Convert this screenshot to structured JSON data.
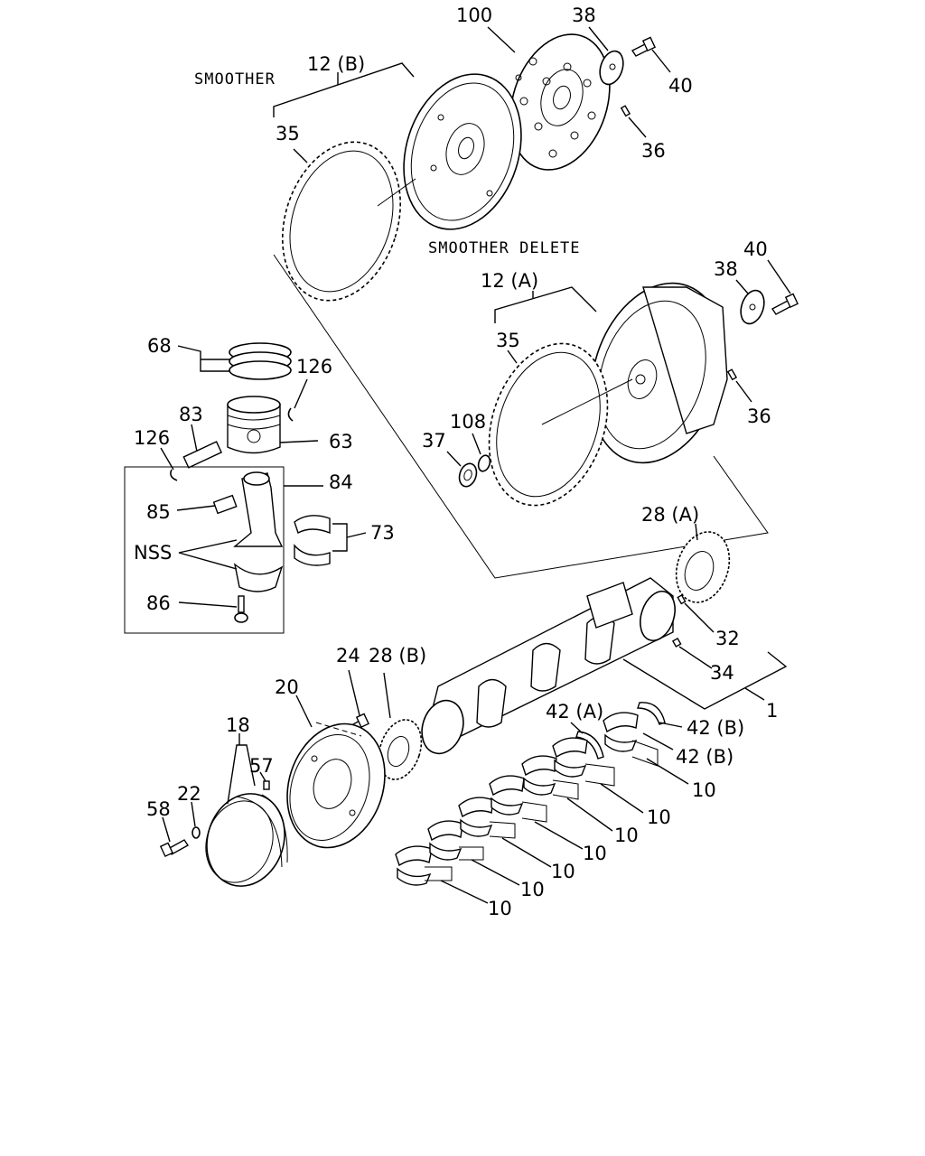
{
  "captions": {
    "smoother": "SMOOTHER",
    "smoother_delete": "SMOOTHER DELETE"
  },
  "labels": {
    "l100": "100",
    "l38a": "38",
    "l40a": "40",
    "l36a": "36",
    "l12b": "12 (B)",
    "l35a": "35",
    "l12a": "12 (A)",
    "l40b": "40",
    "l38b": "38",
    "l35b": "35",
    "l36b": "36",
    "l68": "68",
    "l126a": "126",
    "l83": "83",
    "l126b": "126",
    "l63": "63",
    "l108": "108",
    "l37": "37",
    "l84": "84",
    "l85": "85",
    "l73": "73",
    "lnss": "NSS",
    "l86": "86",
    "l28a": "28 (A)",
    "l32": "32",
    "l34": "34",
    "l1": "1",
    "l24": "24",
    "l28b": "28 (B)",
    "l20": "20",
    "l18": "18",
    "l57": "57",
    "l22": "22",
    "l58": "58",
    "l42a": "42 (A)",
    "l42b1": "42 (B)",
    "l42b2": "42 (B)",
    "l10a": "10",
    "l10b": "10",
    "l10c": "10",
    "l10d": "10",
    "l10e": "10",
    "l10f": "10",
    "l10g": "10"
  }
}
